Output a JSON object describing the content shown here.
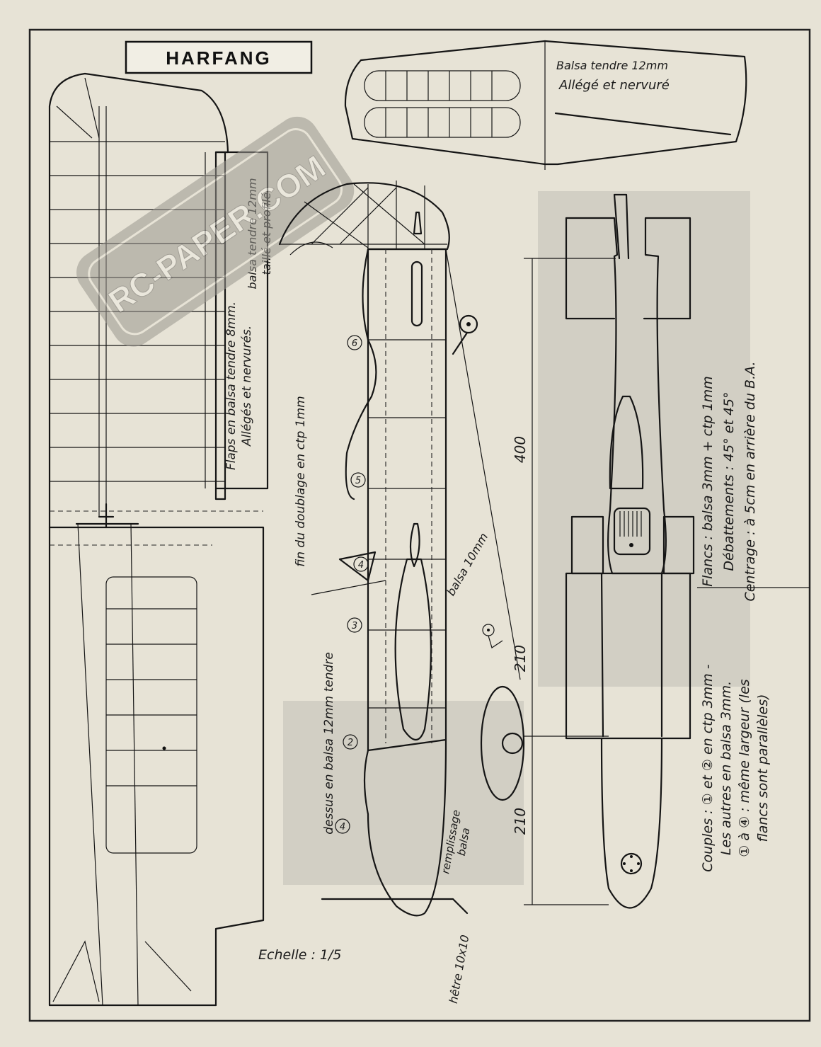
{
  "title": "HARFANG",
  "watermark": "RC-PAPER.COM",
  "labels": {
    "tail_material": "Balsa tendre 12mm",
    "tail_note": "Allégé et nervuré",
    "wingtip_line1": "balsa tendre 12mm",
    "wingtip_line2": "taillé et profilé",
    "flaps_line1": "Flaps en balsa tendre 8mm.",
    "flaps_line2": "Allégés et nervurés.",
    "doublage": "fin du doublage en ctp 1mm",
    "dessous": "dessus en balsa 12mm tendre",
    "balsa10": "balsa 10mm",
    "remplissage1": "remplissage",
    "remplissage2": "balsa",
    "hetre": "hêtre 10x10",
    "flancs": "Flancs : balsa 3mm + ctp 1mm",
    "debattements": "Débattements : 45° et 45°",
    "centrage": "Centrage : à 5cm en arrière du B.A.",
    "couples1": "Couples : ① et ② en ctp 3mm -",
    "couples2": "Les autres en balsa 3mm.",
    "couples3": "① à ④ : même largeur (les",
    "couples4": "flancs sont parallèles)",
    "dim_400": "400",
    "dim_210a": "210",
    "dim_210b": "210",
    "echelle": "Echelle : 1/5",
    "former_numbers": [
      "6",
      "5",
      "4",
      "3",
      "2",
      "4"
    ]
  }
}
